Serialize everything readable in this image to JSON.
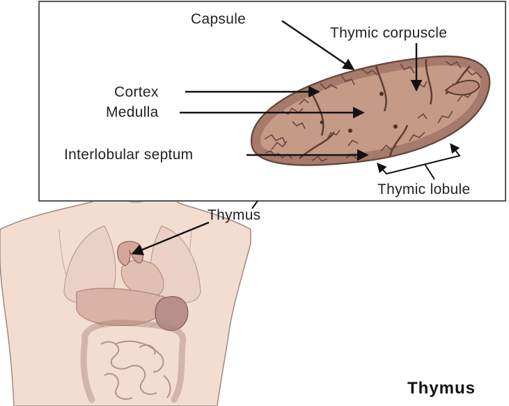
{
  "diagram": {
    "title": "Thymus",
    "colors": {
      "skin": "#f3ddd0",
      "skin_outline": "#9c8a80",
      "lobule_fill": "#c59a87",
      "lobule_outline": "#5a3d34",
      "cortex_veins": "#6a4640",
      "organ_light": "#e8c8bb",
      "organ_dark": "#b8908a",
      "gland": "#d3a699"
    },
    "labels": {
      "capsule": "Capsule",
      "thymic_corpuscle": "Thymic corpuscle",
      "cortex": "Cortex",
      "medulla": "Medulla",
      "interlobular_septum": "Interlobular septum",
      "thymic_lobule": "Thymic lobule",
      "thymus": "Thymus"
    }
  }
}
